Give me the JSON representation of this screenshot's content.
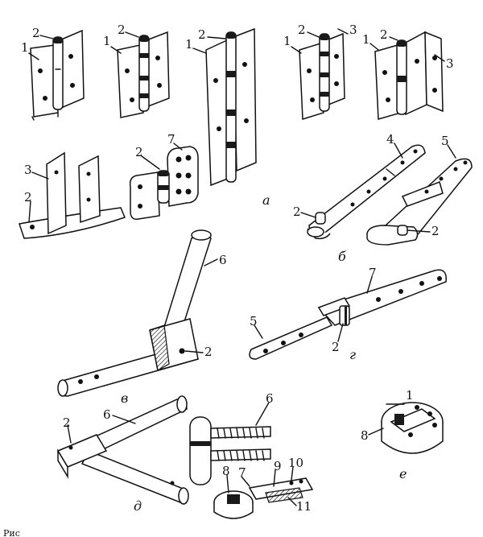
{
  "figure": {
    "parts": [
      {
        "id": "1",
        "text": "1"
      },
      {
        "id": "2",
        "text": "2"
      },
      {
        "id": "3",
        "text": "3"
      },
      {
        "id": "4",
        "text": "4"
      },
      {
        "id": "5",
        "text": "5"
      },
      {
        "id": "6",
        "text": "6"
      },
      {
        "id": "7",
        "text": "7"
      },
      {
        "id": "8",
        "text": "8"
      },
      {
        "id": "9",
        "text": "9"
      },
      {
        "id": "10",
        "text": "10"
      },
      {
        "id": "11",
        "text": "11"
      }
    ],
    "captions": {
      "a": "а",
      "b": "б",
      "v": "в",
      "g": "г",
      "d": "д",
      "e": "е"
    },
    "corner_mark": "Рис"
  }
}
